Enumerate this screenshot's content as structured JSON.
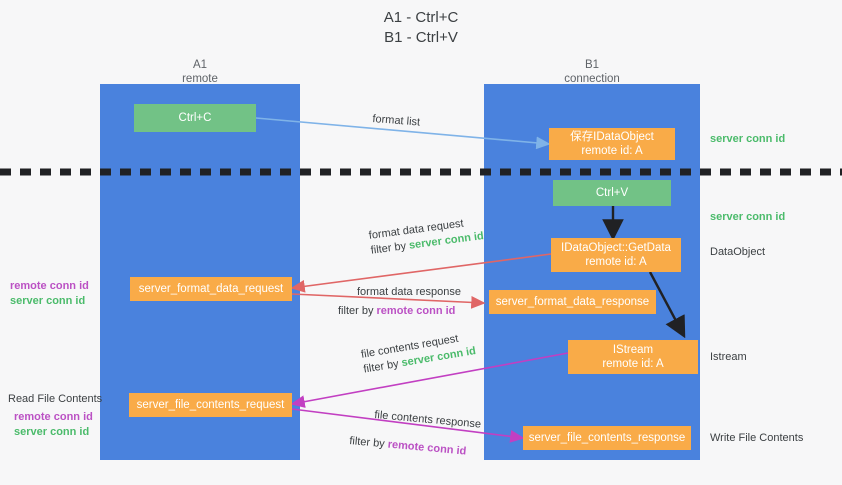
{
  "title": {
    "line1": "A1 - Ctrl+C",
    "line2": "B1 - Ctrl+V"
  },
  "colors": {
    "lane": "#4a82dd",
    "node_orange": "#f9ab48",
    "node_green": "#72c286",
    "server_conn_id": "#4bbb6b",
    "remote_conn_id": "#bb51c4",
    "arrow_blue": "#7fb3e8",
    "arrow_red": "#e06666",
    "arrow_magenta": "#c23fc2",
    "arrow_black": "#202124",
    "divider": "#202124",
    "background": "#f7f7f8"
  },
  "columns": [
    {
      "name": "A1",
      "sub": "remote"
    },
    {
      "name": "B1",
      "sub": "connection"
    }
  ],
  "nodes": [
    {
      "id": "ctrl-c",
      "label": "Ctrl+C",
      "sub": "",
      "style": "green"
    },
    {
      "id": "save-idataobject",
      "label": "保存IDataObject",
      "sub": "remote id: A",
      "style": "orange"
    },
    {
      "id": "ctrl-v",
      "label": "Ctrl+V",
      "sub": "",
      "style": "green"
    },
    {
      "id": "idataobject-getdata",
      "label": "IDataObject::GetData",
      "sub": "remote id: A",
      "style": "orange"
    },
    {
      "id": "server-format-data-request",
      "label": "server_format_data_request",
      "sub": "",
      "style": "orange"
    },
    {
      "id": "server-format-data-response",
      "label": "server_format_data_response",
      "sub": "",
      "style": "orange"
    },
    {
      "id": "istream",
      "label": "IStream",
      "sub": "remote id: A",
      "style": "orange"
    },
    {
      "id": "server-file-contents-request",
      "label": "server_file_contents_request",
      "sub": "",
      "style": "orange"
    },
    {
      "id": "server-file-contents-response",
      "label": "server_file_contents_response",
      "sub": "",
      "style": "orange"
    }
  ],
  "edges": {
    "format_list": "format list",
    "format_data_request": "format data request",
    "format_data_response": "format data response",
    "file_contents_request": "file contents request",
    "file_contents_response": "file contents response",
    "filter_by": "filter by",
    "server_conn_id": "server conn id",
    "remote_conn_id": "remote conn id"
  },
  "right_labels": [
    {
      "id": "server-conn-id-1",
      "text": "server conn id",
      "kind": "green"
    },
    {
      "id": "server-conn-id-2",
      "text": "server conn id",
      "kind": "green"
    },
    {
      "id": "dataobject",
      "text": "DataObject",
      "kind": "plain"
    },
    {
      "id": "istream-label",
      "text": "Istream",
      "kind": "plain"
    },
    {
      "id": "write-file",
      "text": "Write File Contents",
      "kind": "plain"
    }
  ],
  "left_labels": [
    {
      "id": "remote-conn-id-1",
      "text": "remote conn id",
      "kind": "purple"
    },
    {
      "id": "server-conn-id-3",
      "text": "server conn id",
      "kind": "green"
    },
    {
      "id": "read-file",
      "text": "Read File Contents",
      "kind": "plain"
    },
    {
      "id": "remote-conn-id-2",
      "text": "remote conn id",
      "kind": "purple"
    },
    {
      "id": "server-conn-id-4",
      "text": "server conn id",
      "kind": "green"
    }
  ]
}
